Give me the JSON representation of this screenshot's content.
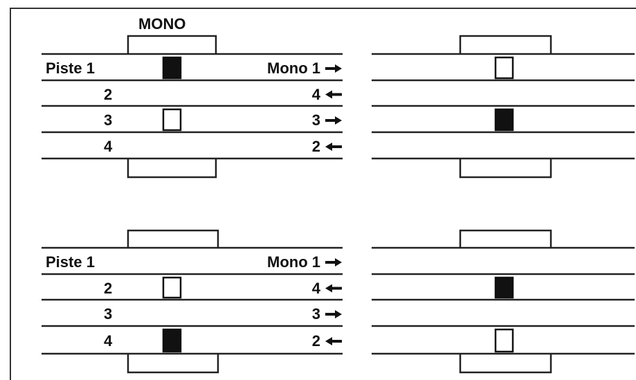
{
  "header": {
    "label": "MONO"
  },
  "tape_panels": [
    {
      "track_labels": [
        {
          "left": "Piste 1",
          "right": "Mono 1",
          "arrow": "right"
        },
        {
          "left": "2",
          "right": "4",
          "arrow": "left"
        },
        {
          "left": "3",
          "right": "3",
          "arrow": "right"
        },
        {
          "left": "4",
          "right": "2",
          "arrow": "left"
        }
      ],
      "head_gaps": [
        {
          "lane": 1,
          "style": "filled"
        },
        {
          "lane": 3,
          "style": "open"
        }
      ]
    },
    {
      "track_labels": [],
      "head_gaps": [
        {
          "lane": 1,
          "style": "open"
        },
        {
          "lane": 3,
          "style": "filled"
        }
      ]
    },
    {
      "track_labels": [
        {
          "left": "Piste 1",
          "right": "Mono 1",
          "arrow": "right"
        },
        {
          "left": "2",
          "right": "4",
          "arrow": "left"
        },
        {
          "left": "3",
          "right": "3",
          "arrow": "right"
        },
        {
          "left": "4",
          "right": "2",
          "arrow": "left"
        }
      ],
      "head_gaps": [
        {
          "lane": 2,
          "style": "open"
        },
        {
          "lane": 4,
          "style": "filled"
        }
      ]
    },
    {
      "track_labels": [],
      "head_gaps": [
        {
          "lane": 2,
          "style": "filled"
        },
        {
          "lane": 4,
          "style": "open"
        }
      ]
    }
  ]
}
